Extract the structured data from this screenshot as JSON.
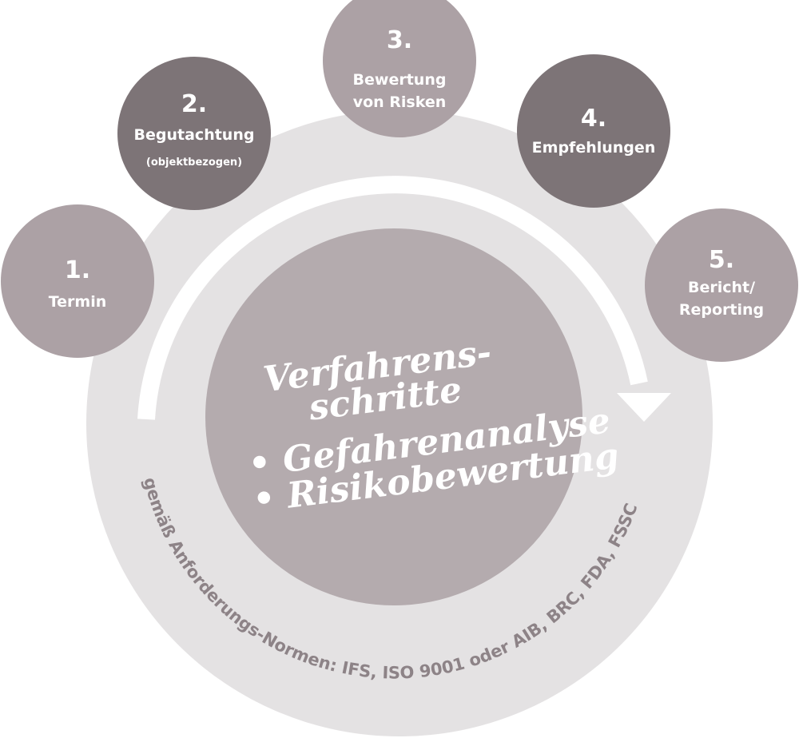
{
  "colors": {
    "outer": "#e4e2e3",
    "inner": "#b4abae",
    "light_step": "#aca1a5",
    "dark_step": "#7d7477",
    "arc": "#ffffff"
  },
  "steps": [
    {
      "number": "1.",
      "label": "Termin",
      "sub": ""
    },
    {
      "number": "2.",
      "label": "Begutachtung",
      "sub": "(objektbezogen)"
    },
    {
      "number": "3.",
      "label": "Bewertung",
      "label2": "von Risken"
    },
    {
      "number": "4.",
      "label": "Empfehlungen"
    },
    {
      "number": "5.",
      "label": "Bericht/",
      "label2": "Reporting"
    }
  ],
  "center": {
    "line1": "Verfahrens-",
    "line2": "schritte",
    "bullet1": "• Gefahrenanalyse",
    "bullet2": "• Risikobewertung"
  },
  "norms": "gemäß Anforderungs-Normen: IFS, ISO 9001 oder AIB, BRC, FDA, FSSC"
}
